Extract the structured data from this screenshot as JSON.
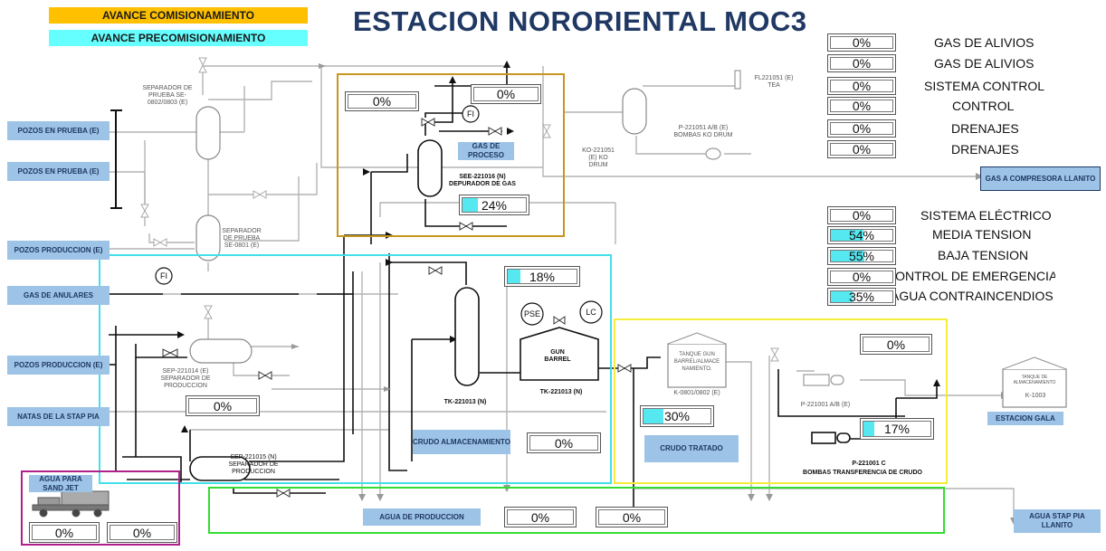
{
  "header": {
    "title": "ESTACION NORORIENTAL MOC3"
  },
  "legend": {
    "comisionamiento": {
      "label": "AVANCE COMISIONAMIENTO",
      "color": "#ffc000"
    },
    "precomisionamiento": {
      "label": "AVANCE PRECOMISIONAMIENTO",
      "color": "#66ffff"
    }
  },
  "status_panel_1": [
    {
      "value": "0%",
      "label": "GAS DE ALIVIOS",
      "fill": 0
    },
    {
      "value": "0%",
      "label": "GAS DE ALIVIOS",
      "fill": 0
    },
    {
      "value": "0%",
      "label": "SISTEMA CONTROL",
      "fill": 0
    },
    {
      "value": "0%",
      "label": "CONTROL",
      "fill": 0
    },
    {
      "value": "0%",
      "label": "DRENAJES",
      "fill": 0
    },
    {
      "value": "0%",
      "label": "DRENAJES",
      "fill": 0
    }
  ],
  "status_panel_2": [
    {
      "value": "0%",
      "label": "SISTEMA ELÉCTRICO",
      "fill": 0
    },
    {
      "value": "54%",
      "label": "MEDIA TENSION",
      "fill": 0.54
    },
    {
      "value": "55%",
      "label": "BAJA TENSION",
      "fill": 0.55
    },
    {
      "value": "0%",
      "label": "CONTROL DE EMERGENCIA",
      "fill": 0
    },
    {
      "value": "35%",
      "label": "AGUA CONTRAINCENDIOS",
      "fill": 0.35
    }
  ],
  "tags": {
    "pozos_prueba_1": "POZOS EN PRUEBA (E)",
    "pozos_prueba_2": "POZOS EN PRUEBA (E)",
    "pozos_produccion_1": "POZOS PRODUCCION (E)",
    "gas_anulares": "GAS DE ANULARES",
    "pozos_produccion_2": "POZOS PRODUCCION (E)",
    "natas_stap": "NATAS DE LA STAP PIA",
    "agua_sand_jet": "AGUA PARA SAND JET",
    "gas_proceso": "GAS DE PROCESO",
    "crudo_almacenamiento": "CRUDO ALMACENAMIENTO",
    "crudo_tratado": "CRUDO TRATADO",
    "agua_produccion": "AGUA DE PRODUCCION",
    "gas_compresora": "GAS A COMPRESORA LLANITO",
    "estacion_gala": "ESTACION GALA",
    "agua_stap": "AGUA STAP PIA LLANITO"
  },
  "equipment": {
    "sep_prueba": "SEPARADOR DE PRUEBA SE-0802/0803 (E)",
    "sep_prueba_0801": "SEPARADOR DE PRUEBA SE-0801 (E)",
    "sep_221014": "SEP-221014 (E) SEPARADOR DE PRODUCCION",
    "sep_221015": "SEP-221015 (N) SEPARADOR DE PRODUCCION",
    "see_221016": "SEE-221016 (N) DEPURADOR DE GAS",
    "ko_drum": "KO-221051 (E) KO DRUM",
    "fl_tea": "FL221051 (E) TEA",
    "bombas_ko": "P-221051 A/B (E) BOMBAS KO DRUM",
    "tk_221013_col": "TK-221013 (N)",
    "tk_221013_gun": "TK-221013 (N)",
    "gun_barrel": "GUN BARREL",
    "tanque_gun": "TANQUE GUN BARREL/ALMACE NAMIENTO.",
    "k_0801": "K-0801/0802 (E)",
    "p_221001ab": "P-221001 A/B (E)",
    "p_221001c": "P-221001 C",
    "bombas_transf": "BOMBAS TRANSFERENCIA DE CRUDO",
    "tanque_alm": "TANQUE DE ALMACENAMIENTO",
    "k_1003": "K-1003",
    "fi_1": "FI",
    "fi_2": "FI",
    "pse": "PSE",
    "lc": "LC"
  },
  "progress": {
    "gas_box_top": {
      "value": "0%",
      "fill": 0
    },
    "gas_box_right": {
      "value": "0%",
      "fill": 0
    },
    "depurador": {
      "value": "24%",
      "fill": 0.24
    },
    "crudo_top": {
      "value": "18%",
      "fill": 0.18
    },
    "sep_221014": {
      "value": "0%",
      "fill": 0
    },
    "crudo_almac": {
      "value": "0%",
      "fill": 0
    },
    "crudo_tratado_top": {
      "value": "0%",
      "fill": 0
    },
    "crudo_tratado_k": {
      "value": "30%",
      "fill": 0.3
    },
    "bombas_c": {
      "value": "17%",
      "fill": 0.17
    },
    "agua_prod_1": {
      "value": "0%",
      "fill": 0
    },
    "agua_prod_2": {
      "value": "0%",
      "fill": 0
    },
    "sand_jet_1": {
      "value": "0%",
      "fill": 0
    },
    "sand_jet_2": {
      "value": "0%",
      "fill": 0
    }
  },
  "area_colors": {
    "gas": "#c8961e",
    "crudo": "#44e0ea",
    "tratado": "#f2ee3a",
    "agua": "#33dd33",
    "sandjet": "#b0208c"
  }
}
